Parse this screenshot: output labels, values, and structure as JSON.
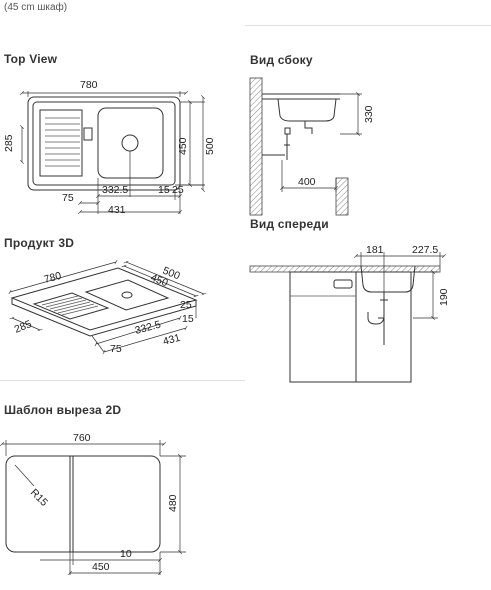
{
  "caption": "(45 cm шкаф)",
  "sections": {
    "top_view": {
      "title": "Top View",
      "dims": {
        "width": "780",
        "left_height": "285",
        "inner_height": "450",
        "outer_height": "500",
        "drain_offset": "332.5",
        "offset_15": "15",
        "offset_25": "25",
        "offset_75": "75",
        "inner_width": "431"
      }
    },
    "side_view": {
      "title": "Вид сбоку",
      "dims": {
        "height": "330",
        "depth": "400"
      }
    },
    "product_3d": {
      "title": "Продукт 3D",
      "dims": {
        "width": "780",
        "depth_450": "450",
        "depth_500": "500",
        "left_285": "285",
        "d25": "25",
        "d15": "15",
        "drain": "332.5",
        "d75": "75",
        "d431": "431"
      }
    },
    "front_view": {
      "title": "Вид спереди",
      "dims": {
        "d181": "181",
        "d227": "227.5",
        "height": "190"
      }
    },
    "cutout_2d": {
      "title": "Шаблон выреза 2D",
      "dims": {
        "width": "760",
        "radius": "R15",
        "height": "480",
        "gap": "10",
        "half": "450"
      }
    }
  }
}
